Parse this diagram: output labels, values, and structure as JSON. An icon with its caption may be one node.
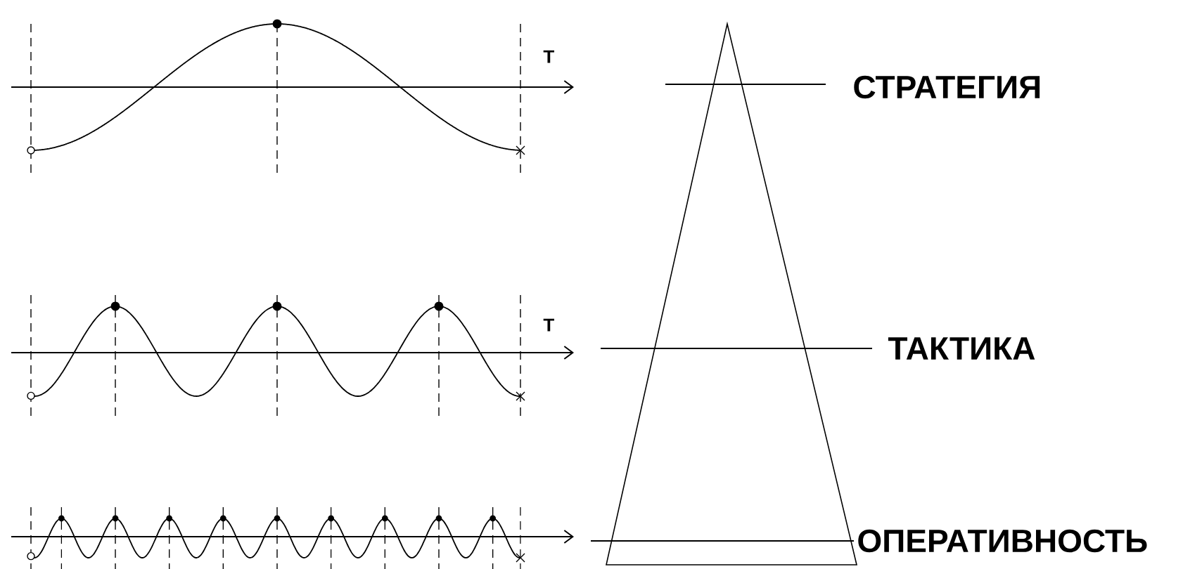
{
  "diagram": {
    "labels": [
      "T",
      "T",
      "СТРАТЕГИЯ",
      "ТАКТИКА",
      "ОПЕРАТИВНОСТЬ"
    ]
  }
}
